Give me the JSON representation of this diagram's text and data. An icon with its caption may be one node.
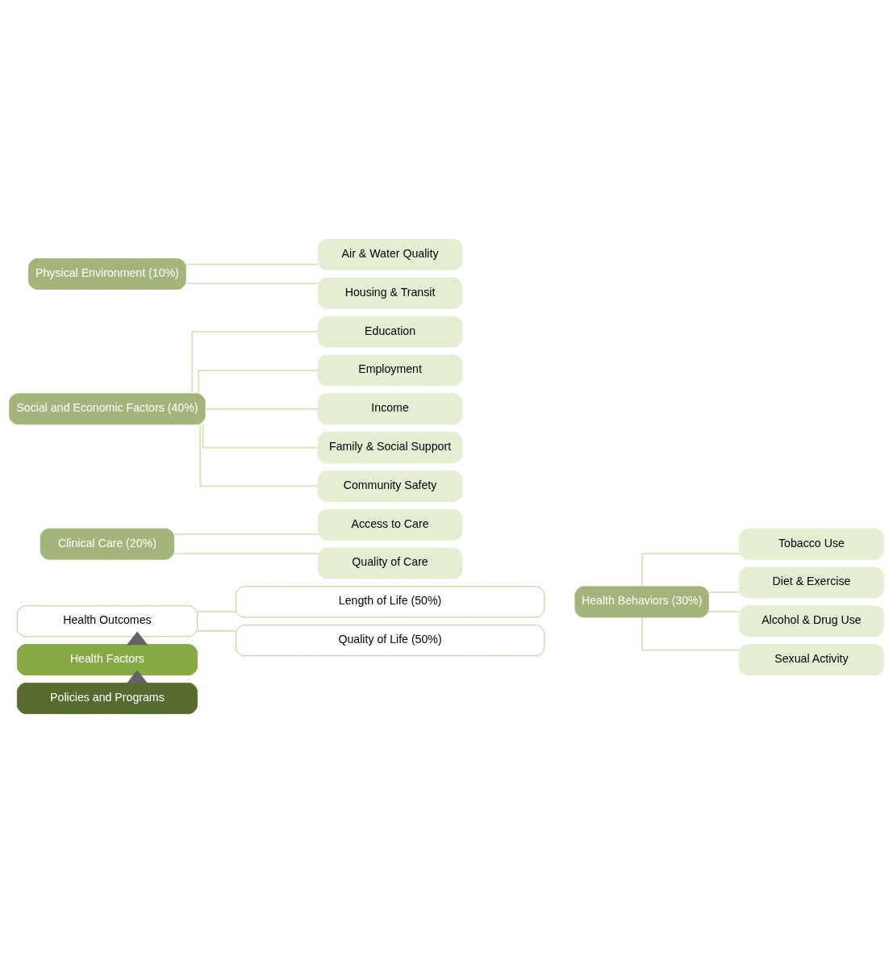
{
  "diagram": {
    "nodes": [
      {
        "text": [
          "Health Outcomes"
        ]
      },
      {
        "text": [
          "Length of Life (50%)"
        ]
      },
      {
        "text": [
          "Quality of Life (50%)"
        ]
      },
      {
        "text": [
          "Health Factors"
        ]
      },
      {
        "text": [
          "Policies and Programs"
        ]
      },
      {
        "text": [
          "Health Behaviors (30%)"
        ]
      },
      {
        "text": [
          "Tobacco Use"
        ]
      },
      {
        "text": [
          "Diet & Exercise"
        ]
      },
      {
        "text": [
          "Alcohol & Drug Use"
        ]
      },
      {
        "text": [
          "Sexual Activity"
        ]
      },
      {
        "text": [
          "Clinical Care (20%)"
        ]
      },
      {
        "text": [
          "Access to Care"
        ]
      },
      {
        "text": [
          "Quality of Care"
        ]
      },
      {
        "text": [
          "Social and Economic Factors (40%)"
        ]
      },
      {
        "text": [
          "Education"
        ]
      },
      {
        "text": [
          "Employment"
        ]
      },
      {
        "text": [
          "Income"
        ]
      },
      {
        "text": [
          "Family & Social Support"
        ]
      },
      {
        "text": [
          "Community Safety"
        ]
      },
      {
        "text": [
          "Physical Environment (10%)"
        ]
      },
      {
        "text": [
          "Air & Water Quality"
        ]
      },
      {
        "text": [
          "Housing & Transit"
        ]
      }
    ],
    "edges": [
      {
        "from": 0,
        "to": 1,
        "arrow": "none"
      },
      {
        "from": 0,
        "to": 2,
        "arrow": "none"
      },
      {
        "from": 3,
        "to": 0,
        "arrow": "to",
        "style": "thick",
        "color": "#636363"
      },
      {
        "from": 4,
        "to": 3,
        "arrow": "to",
        "style": "thick",
        "color": "#636363"
      },
      {
        "from": 5,
        "to": 6,
        "arrow": "none"
      },
      {
        "from": 5,
        "to": 7,
        "arrow": "none"
      },
      {
        "from": 5,
        "to": 8,
        "arrow": "none"
      },
      {
        "from": 5,
        "to": 9,
        "arrow": "none"
      },
      {
        "from": 10,
        "to": 11,
        "arrow": "none"
      },
      {
        "from": 10,
        "to": 12,
        "arrow": "none"
      },
      {
        "from": 13,
        "to": 14,
        "arrow": "none"
      },
      {
        "from": 13,
        "to": 15,
        "arrow": "none"
      },
      {
        "from": 13,
        "to": 16,
        "arrow": "none"
      },
      {
        "from": 13,
        "to": 17,
        "arrow": "none"
      },
      {
        "from": 13,
        "to": 18,
        "arrow": "none"
      },
      {
        "from": 19,
        "to": 20,
        "arrow": "none"
      },
      {
        "from": 19,
        "to": 21,
        "arrow": "none"
      }
    ]
  }
}
